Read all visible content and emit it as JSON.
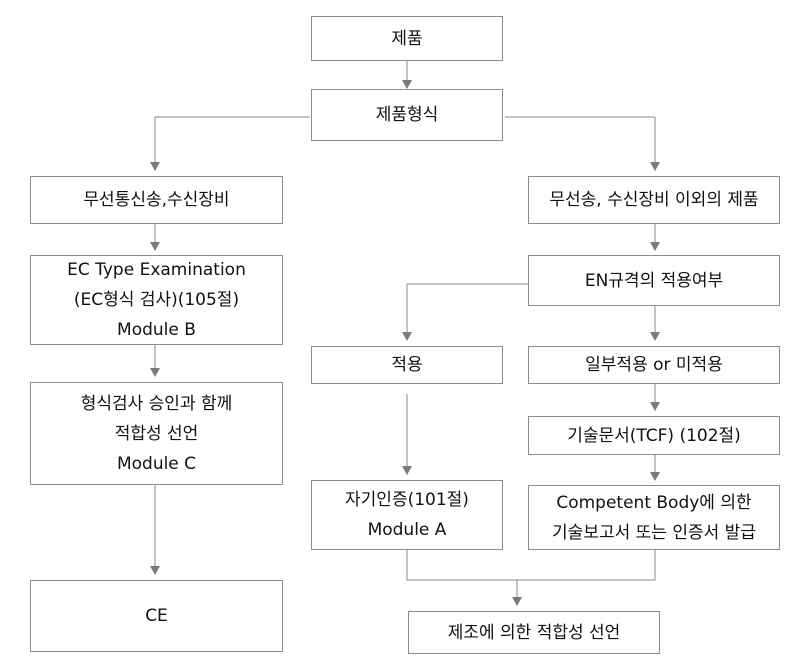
{
  "nodes": {
    "product": {
      "lines": [
        "제품"
      ]
    },
    "product_type": {
      "lines": [
        "제품형식"
      ]
    },
    "radio_equipment": {
      "lines": [
        "무선통신송,수신장비"
      ]
    },
    "non_radio_products": {
      "lines": [
        "무선송, 수신장비 이외의 제품"
      ]
    },
    "ec_type_exam": {
      "lines": [
        "EC Type Examination",
        "(EC형식 검사)(105절)",
        "Module B"
      ]
    },
    "en_standard_applicability": {
      "lines": [
        "EN규격의 적용여부"
      ]
    },
    "applied": {
      "lines": [
        "적용"
      ]
    },
    "partial_or_not_applied": {
      "lines": [
        "일부적용 or 미적용"
      ]
    },
    "type_approval_declaration": {
      "lines": [
        "형식검사 승인과 함께",
        "적합성 선언",
        "Module C"
      ]
    },
    "technical_file": {
      "lines": [
        "기술문서(TCF) (102절)"
      ]
    },
    "self_certification": {
      "lines": [
        "자기인증(101절)",
        "Module A"
      ]
    },
    "competent_body": {
      "lines": [
        "Competent Body에 의한",
        "기술보고서 또는 인증서 발급"
      ]
    },
    "ce": {
      "lines": [
        "CE"
      ]
    },
    "manufacturer_declaration": {
      "lines": [
        "제조에 의한 적합성 선언"
      ]
    }
  }
}
